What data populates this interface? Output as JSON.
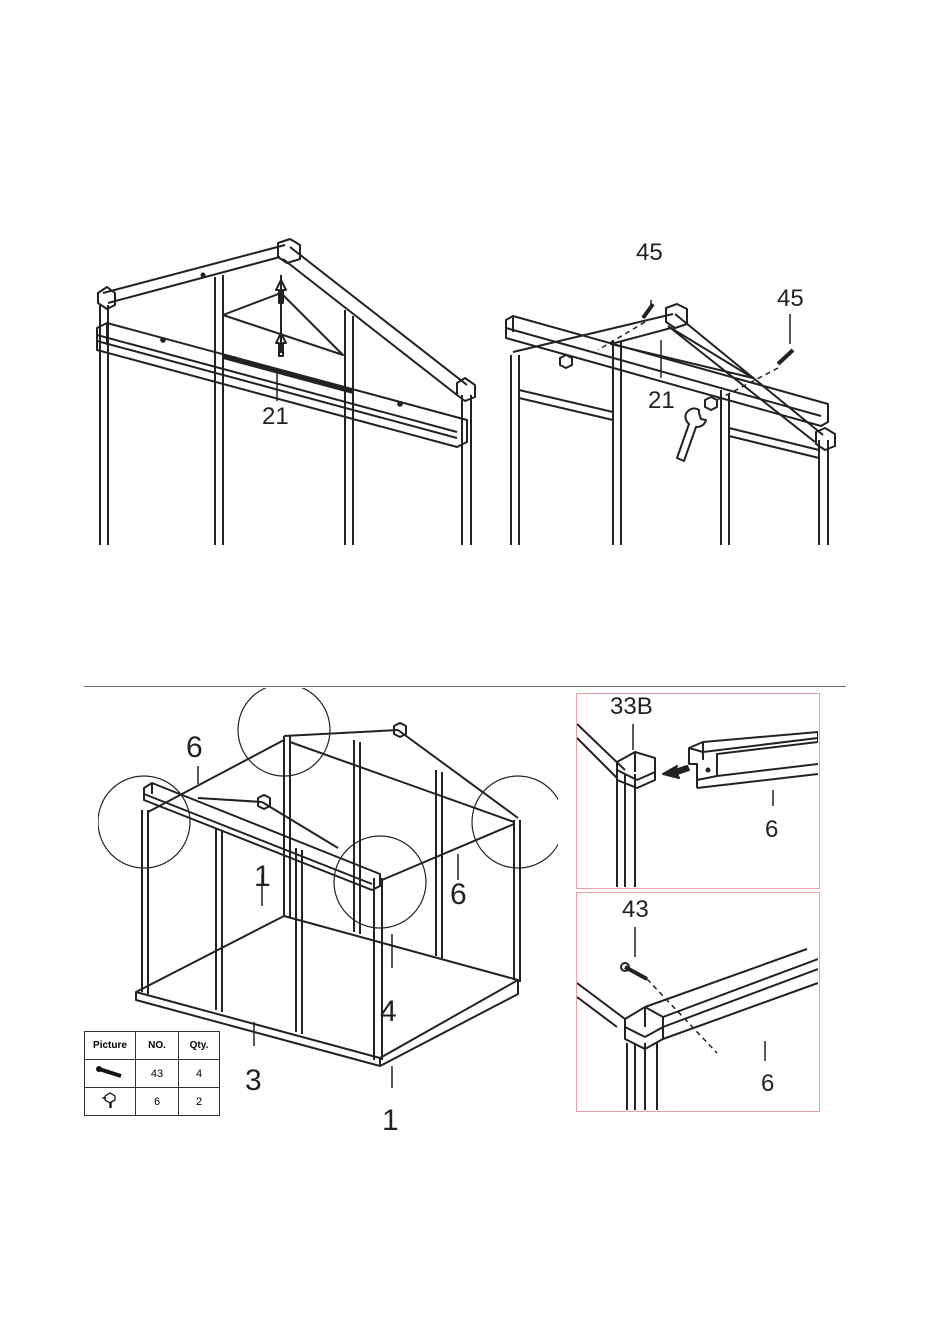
{
  "figure_top_left": {
    "part_21": "21"
  },
  "figure_top_right": {
    "bolt_left": "45",
    "bolt_right": "45",
    "part_21": "21"
  },
  "figure_main": {
    "label_6_top": "6",
    "label_6_right": "6",
    "label_1_mid": "1",
    "label_1_bottom": "1",
    "label_4": "4",
    "label_3": "3"
  },
  "detail_top": {
    "part_33b": "33B",
    "part_6": "6"
  },
  "detail_bottom": {
    "part_43": "43",
    "part_6": "6"
  },
  "parts_table": {
    "headers": [
      "Picture",
      "NO.",
      "Qty."
    ],
    "rows": [
      {
        "picture": "bolt-icon",
        "no": "43",
        "qty": "4"
      },
      {
        "picture": "bracket-icon",
        "no": "6",
        "qty": "2"
      }
    ]
  }
}
